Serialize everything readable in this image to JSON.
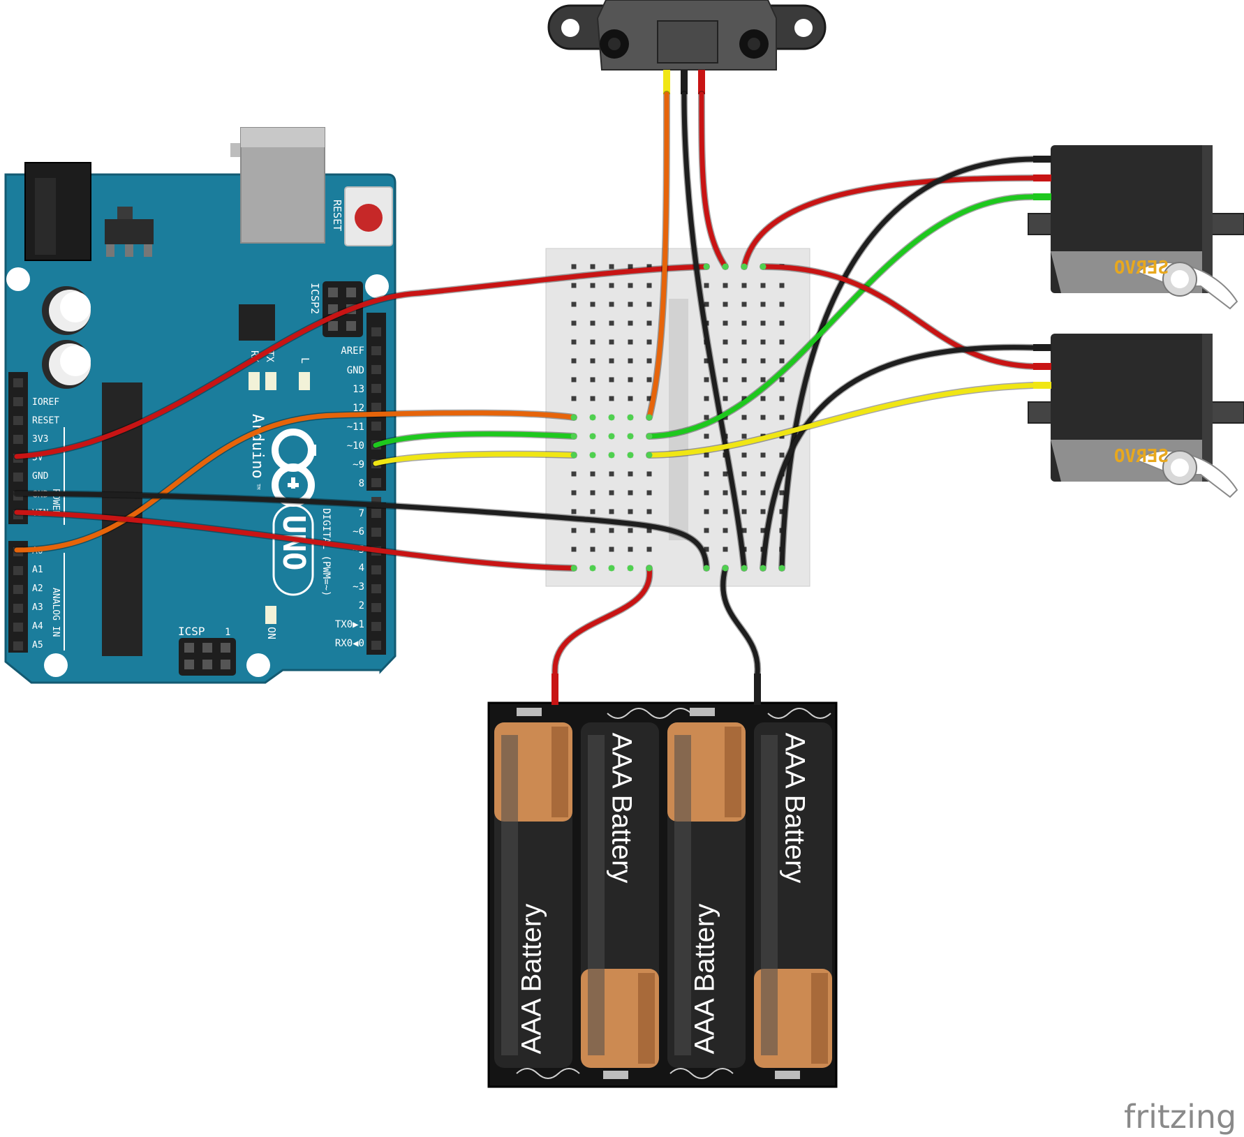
{
  "arduino": {
    "reset_label": "RESET",
    "icsp2_label": "ICSP2",
    "icsp_label": "ICSP",
    "brand": "Arduino",
    "tm": "TM",
    "model": "UNO",
    "on_label": "ON",
    "tx_label": "TX",
    "rx_label": "RX",
    "l_label": "L",
    "icsp_pin1": "1",
    "digital_label": "DIGITAL (PWM=~)",
    "analog_label": "ANALOG IN",
    "power_label": "POWER",
    "power_pins": [
      "IOREF",
      "RESET",
      "3V3",
      "5V",
      "GND",
      "GND",
      "VIN"
    ],
    "analog_pins": [
      "A0",
      "A1",
      "A2",
      "A3",
      "A4",
      "A5"
    ],
    "digital_pins": [
      "AREF",
      "GND",
      "13",
      "12",
      "~11",
      "~10",
      "~9",
      "8",
      "7",
      "~6",
      "~5",
      "4",
      "~3",
      "2",
      "TX0▶1",
      "RX0◀0"
    ]
  },
  "servos": [
    {
      "label": "SERVO"
    },
    {
      "label": "SERVO"
    }
  ],
  "battery_pack": {
    "cells": [
      {
        "label": "AAA Battery"
      },
      {
        "label": "AAA Battery"
      },
      {
        "label": "AAA Battery"
      },
      {
        "label": "AAA Battery"
      }
    ]
  },
  "watermark": "fritzing",
  "colors": {
    "board": "#1b7d9c",
    "board_dark": "#135a72",
    "wire_red": "#c81414",
    "wire_black": "#1e1e1e",
    "wire_green": "#1ec81e",
    "wire_yellow": "#f0e614",
    "wire_orange": "#e6640a",
    "breadboard": "#e8e8e8",
    "servo_body": "#2a2a2a",
    "servo_label": "#e8a81e",
    "battery_copper": "#cc8a52",
    "battery_black": "#262626"
  }
}
